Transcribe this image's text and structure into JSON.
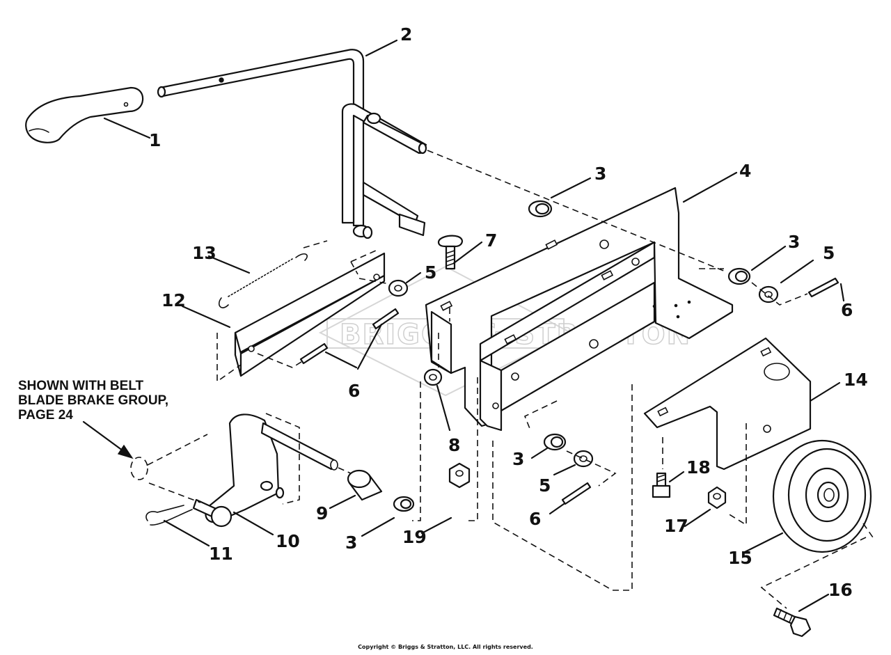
{
  "callouts": {
    "c1": "1",
    "c2": "2",
    "c3a": "3",
    "c3b": "3",
    "c3c": "3",
    "c3d": "3",
    "c4": "4",
    "c5a": "5",
    "c5b": "5",
    "c5c": "5",
    "c6a": "6",
    "c6b": "6",
    "c6c": "6",
    "c7": "7",
    "c8": "8",
    "c9": "9",
    "c10": "10",
    "c11": "11",
    "c12": "12",
    "c13": "13",
    "c14": "14",
    "c15": "15",
    "c16": "16",
    "c17": "17",
    "c18": "18",
    "c19": "19"
  },
  "note": {
    "line1": "SHOWN WITH BELT",
    "line2": "BLADE BRAKE GROUP,",
    "line3": "PAGE 24"
  },
  "watermark": "BRIGGS & STRATTON",
  "copyright": "Copyright © Briggs & Stratton, LLC. All rights reserved."
}
